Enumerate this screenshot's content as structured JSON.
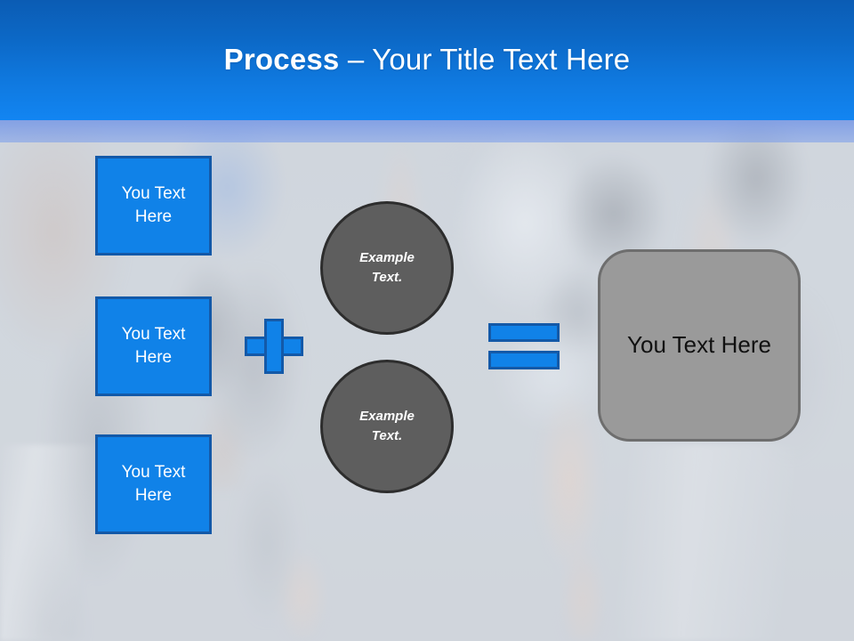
{
  "slide": {
    "title": {
      "strong": "Process",
      "light": " – Your Title Text Here"
    }
  },
  "inputs": [
    {
      "label": "You Text Here"
    },
    {
      "label": "You Text Here"
    },
    {
      "label": "You Text Here"
    }
  ],
  "operators": {
    "plus": "+",
    "equals": "="
  },
  "circles": [
    {
      "label": "Example Text."
    },
    {
      "label": "Example Text."
    }
  ],
  "result": {
    "label": "You Text Here"
  },
  "colors": {
    "accent_blue": "#1082e8",
    "accent_blue_border": "#1359a8",
    "header_top": "#0b5cb4",
    "header_bottom": "#1285f2",
    "circle_fill": "#5e5e5e",
    "circle_border": "#2d2d2d",
    "result_fill": "#9a9a9a",
    "result_border": "#6e6e6e",
    "title_text": "#ffffff",
    "result_text": "#111111"
  }
}
